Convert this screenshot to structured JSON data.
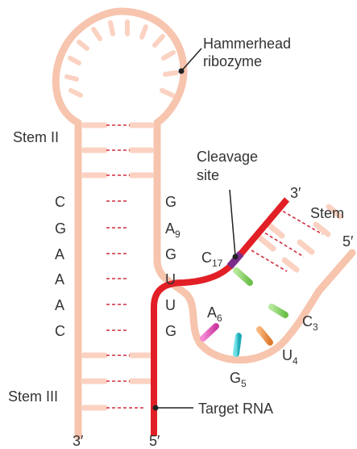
{
  "labels": {
    "hammerhead_line1": "Hammerhead",
    "hammerhead_line2": "ribozyme",
    "stem2": "Stem II",
    "stem3": "Stem III",
    "stem": "Stem",
    "cleavage_line1": "Cleavage",
    "cleavage_line2": "site",
    "target_rna": "Target RNA",
    "ribozyme_3prime": "3′",
    "target_5prime": "5′",
    "target_3prime": "3′",
    "ribozyme_5prime": "5′"
  },
  "left_bases": [
    "C",
    "G",
    "A",
    "A",
    "A",
    "C"
  ],
  "right_bases": [
    "G",
    "A",
    "G",
    "U",
    "U",
    "G"
  ],
  "right_subscripts": [
    "",
    "9",
    "",
    "",
    "",
    ""
  ],
  "loop_bases": {
    "c17": {
      "base": "C",
      "sub": "17"
    },
    "a6": {
      "base": "A",
      "sub": "6"
    },
    "g5": {
      "base": "G",
      "sub": "5"
    },
    "u4": {
      "base": "U",
      "sub": "4"
    },
    "c3": {
      "base": "C",
      "sub": "3"
    }
  },
  "colors": {
    "ribozyme_strand": "#f7c4ad",
    "ribozyme_tick": "#fbd2c2",
    "target_strand": "#e21f26",
    "pair_dash": "#d12d3d",
    "cleavage_segment": "#7b2d8b",
    "base_C": "#8fd16a",
    "base_G": "#33c3cf",
    "base_A": "#e35bb8",
    "base_U": "#f0924a"
  }
}
